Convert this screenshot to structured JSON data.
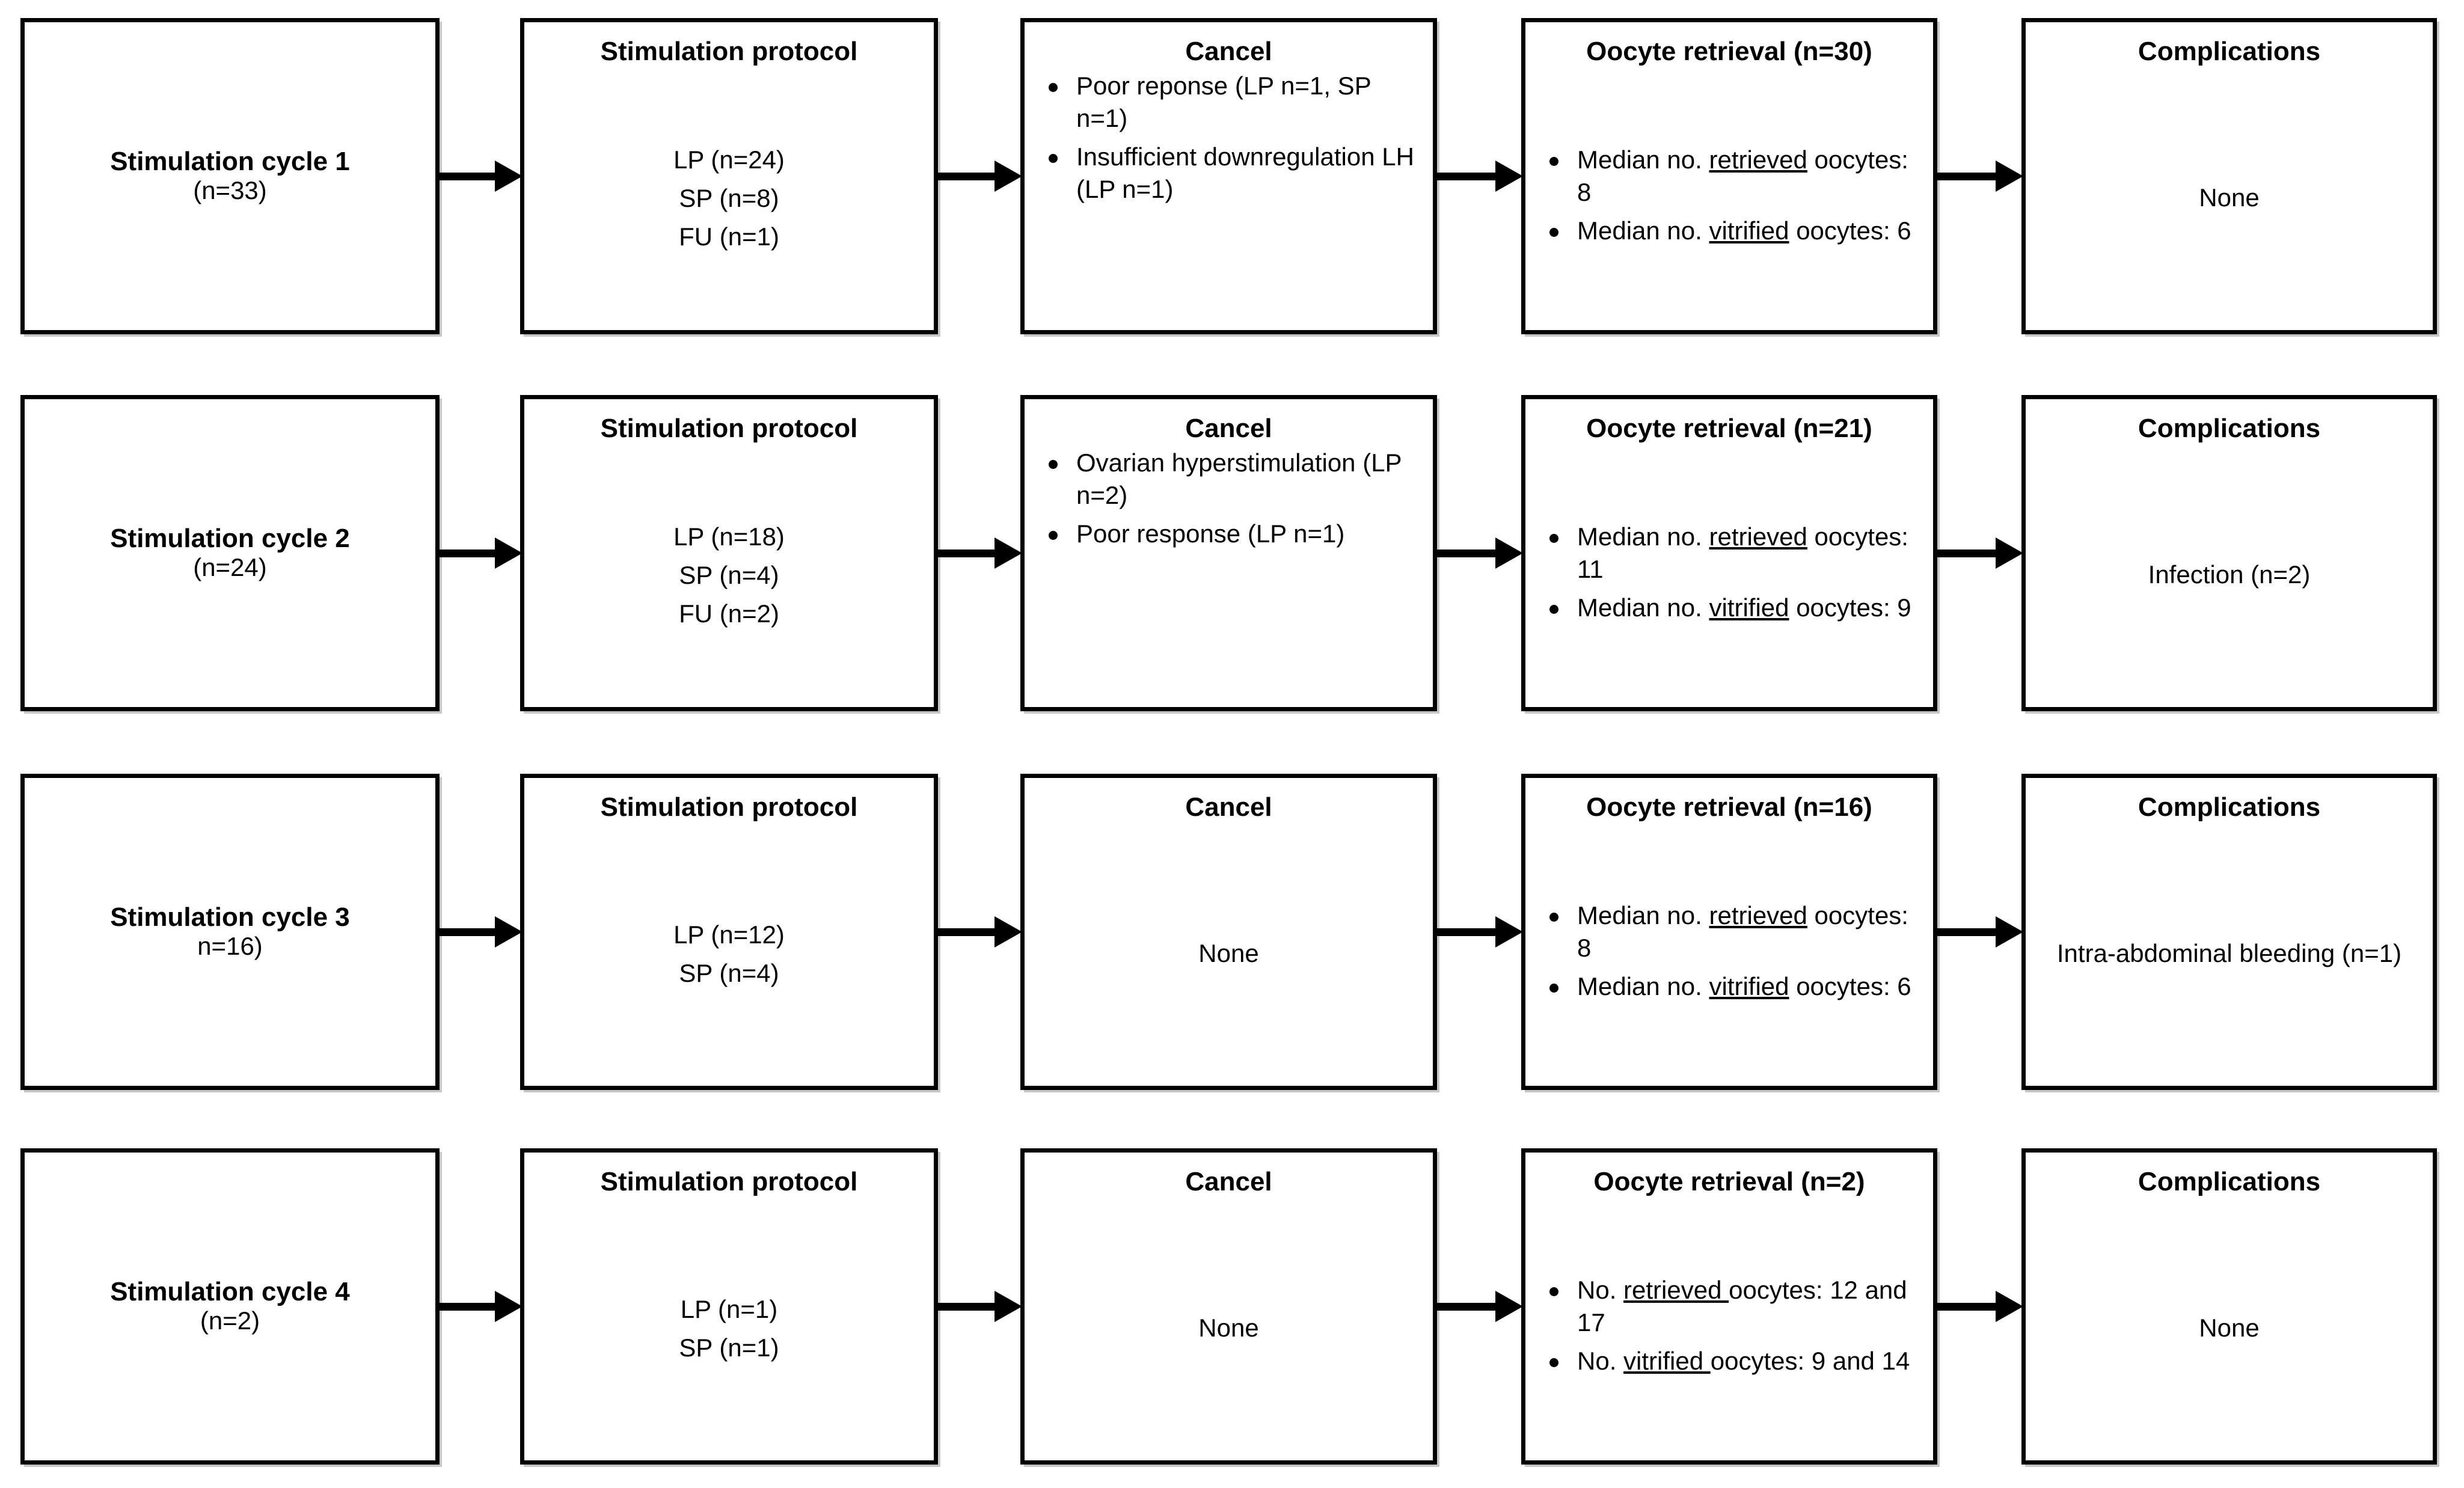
{
  "diagram": {
    "type": "flowchart",
    "title_visible": false,
    "columns": [
      "Stimulation cycle",
      "Stimulation protocol",
      "Cancel",
      "Oocyte retrieval",
      "Complications"
    ],
    "arrow_icon": "arrow-right-icon",
    "bullet_icon": "bullet-dot-icon",
    "colors": {
      "border": "#000000",
      "background": "#ffffff",
      "text": "#000000"
    }
  },
  "rows": [
    {
      "cycle": {
        "title": "Stimulation cycle 1",
        "sub": "(n=33)"
      },
      "protocol": {
        "title": "Stimulation protocol",
        "lines": [
          "LP (n=24)",
          "SP (n=8)",
          "FU (n=1)"
        ]
      },
      "cancel": {
        "title": "Cancel",
        "bullets": [
          {
            "pre": "Poor reponse (LP n=1, SP n=1)",
            "underline": "",
            "post": ""
          },
          {
            "pre": "Insufficient downregulation LH (LP n=1)",
            "underline": "",
            "post": ""
          }
        ],
        "plain": ""
      },
      "retrieval": {
        "title": "Oocyte retrieval (n=30)",
        "bullets": [
          {
            "pre": "Median no. ",
            "underline": "retrieved",
            "post": " oocytes: 8"
          },
          {
            "pre": "Median no. ",
            "underline": "vitrified",
            "post": " oocytes: 6"
          }
        ]
      },
      "complications": {
        "title": "Complications",
        "body": "None"
      }
    },
    {
      "cycle": {
        "title": "Stimulation cycle 2",
        "sub": "(n=24)"
      },
      "protocol": {
        "title": "Stimulation protocol",
        "lines": [
          "LP (n=18)",
          "SP (n=4)",
          "FU (n=2)"
        ]
      },
      "cancel": {
        "title": "Cancel",
        "bullets": [
          {
            "pre": "Ovarian hyperstimulation (LP n=2)",
            "underline": "",
            "post": ""
          },
          {
            "pre": "Poor response (LP n=1)",
            "underline": "",
            "post": ""
          }
        ],
        "plain": ""
      },
      "retrieval": {
        "title": "Oocyte retrieval (n=21)",
        "bullets": [
          {
            "pre": "Median no. ",
            "underline": "retrieved",
            "post": " oocytes: 11"
          },
          {
            "pre": "Median no. ",
            "underline": "vitrified",
            "post": " oocytes: 9"
          }
        ]
      },
      "complications": {
        "title": "Complications",
        "body": "Infection (n=2)"
      }
    },
    {
      "cycle": {
        "title": "Stimulation cycle 3",
        "sub": "n=16)"
      },
      "protocol": {
        "title": "Stimulation protocol",
        "lines": [
          "LP (n=12)",
          "SP (n=4)"
        ]
      },
      "cancel": {
        "title": "Cancel",
        "bullets": [],
        "plain": "None"
      },
      "retrieval": {
        "title": "Oocyte retrieval (n=16)",
        "bullets": [
          {
            "pre": "Median no. ",
            "underline": "retrieved",
            "post": " oocytes: 8"
          },
          {
            "pre": "Median no. ",
            "underline": "vitrified",
            "post": " oocytes: 6"
          }
        ]
      },
      "complications": {
        "title": "Complications",
        "body": "Intra-abdominal bleeding (n=1)"
      }
    },
    {
      "cycle": {
        "title": "Stimulation cycle 4",
        "sub": "(n=2)"
      },
      "protocol": {
        "title": "Stimulation protocol",
        "lines": [
          "LP (n=1)",
          "SP (n=1)"
        ]
      },
      "cancel": {
        "title": "Cancel",
        "bullets": [],
        "plain": "None"
      },
      "retrieval": {
        "title": "Oocyte retrieval (n=2)",
        "bullets": [
          {
            "pre": "No. ",
            "underline": "retrieved ",
            "post": "oocytes: 12 and 17"
          },
          {
            "pre": "No. ",
            "underline": "vitrified ",
            "post": "oocytes: 9 and 14"
          }
        ]
      },
      "complications": {
        "title": "Complications",
        "body": "None"
      }
    }
  ]
}
